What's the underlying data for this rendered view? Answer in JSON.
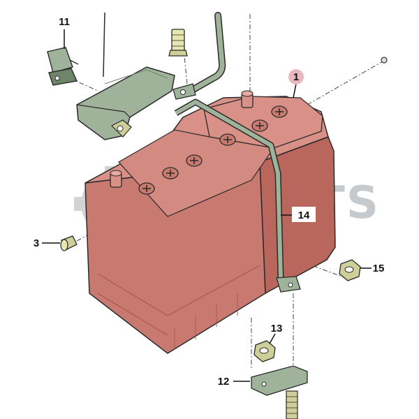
{
  "diagram": {
    "colors": {
      "battery": "#c97a70",
      "battery_top": "#d99087",
      "battery_dark": "#a9584f",
      "outline": "#2a2a2a",
      "green_parts": "#9fb29a",
      "green_dark": "#6f8569",
      "hardware": "#cfcf9a",
      "callout_1_bg": "#e8b8c0",
      "watermark": "#9aa0a4"
    },
    "callouts": [
      {
        "id": "c1",
        "text": "1"
      },
      {
        "id": "c3",
        "text": "3"
      },
      {
        "id": "c11",
        "text": "11"
      },
      {
        "id": "c12",
        "text": "12"
      },
      {
        "id": "c13",
        "text": "13"
      },
      {
        "id": "c14",
        "text": "14"
      },
      {
        "id": "c15",
        "text": "15"
      }
    ],
    "watermark": "AMPARTS"
  }
}
